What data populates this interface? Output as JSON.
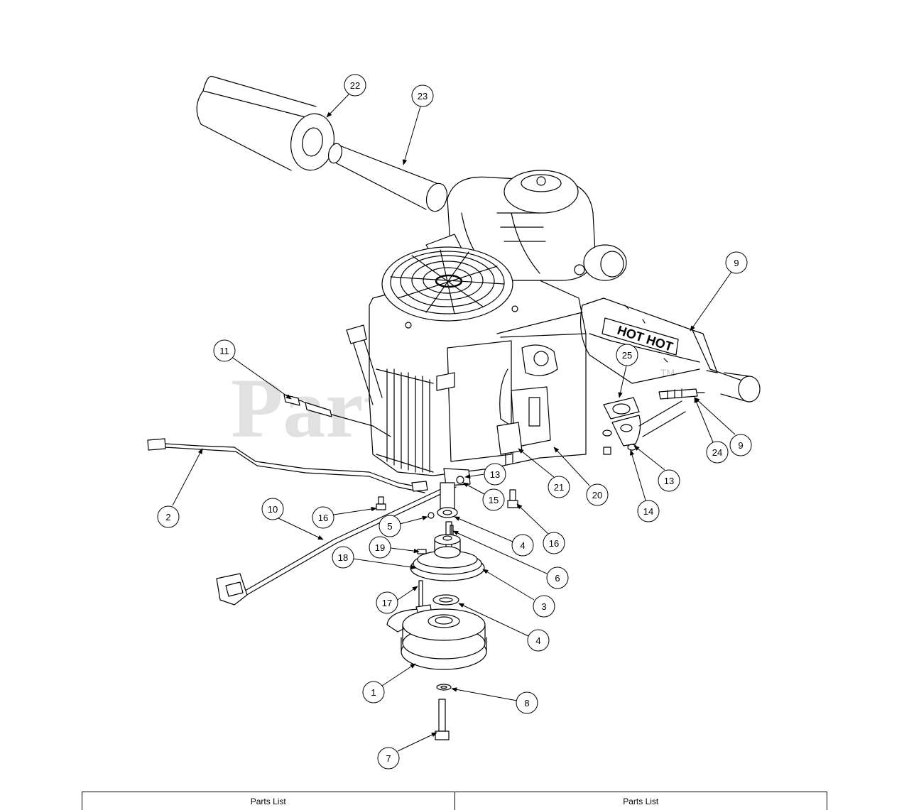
{
  "watermark": {
    "text": "PartsTree",
    "tm": "TM"
  },
  "decal": {
    "hot_text": "HOT HOT"
  },
  "callouts": [
    {
      "id": "c22",
      "label": "22"
    },
    {
      "id": "c23",
      "label": "23"
    },
    {
      "id": "c9a",
      "label": "9"
    },
    {
      "id": "c11",
      "label": "11"
    },
    {
      "id": "c25",
      "label": "25"
    },
    {
      "id": "c2",
      "label": "2"
    },
    {
      "id": "c13a",
      "label": "13"
    },
    {
      "id": "c21",
      "label": "21"
    },
    {
      "id": "c20",
      "label": "20"
    },
    {
      "id": "c24",
      "label": "24"
    },
    {
      "id": "c9b",
      "label": "9"
    },
    {
      "id": "c10",
      "label": "10"
    },
    {
      "id": "c15",
      "label": "15"
    },
    {
      "id": "c16a",
      "label": "16"
    },
    {
      "id": "c16b",
      "label": "16"
    },
    {
      "id": "c5",
      "label": "5"
    },
    {
      "id": "c4a",
      "label": "4"
    },
    {
      "id": "c14",
      "label": "14"
    },
    {
      "id": "c13b",
      "label": "13"
    },
    {
      "id": "c19",
      "label": "19"
    },
    {
      "id": "c18",
      "label": "18"
    },
    {
      "id": "c6",
      "label": "6"
    },
    {
      "id": "c3",
      "label": "3"
    },
    {
      "id": "c17",
      "label": "17"
    },
    {
      "id": "c4b",
      "label": "4"
    },
    {
      "id": "c1",
      "label": "1"
    },
    {
      "id": "c8",
      "label": "8"
    },
    {
      "id": "c7",
      "label": "7"
    }
  ],
  "parts_list": {
    "left_header": "Parts List",
    "right_header": "Parts List"
  }
}
